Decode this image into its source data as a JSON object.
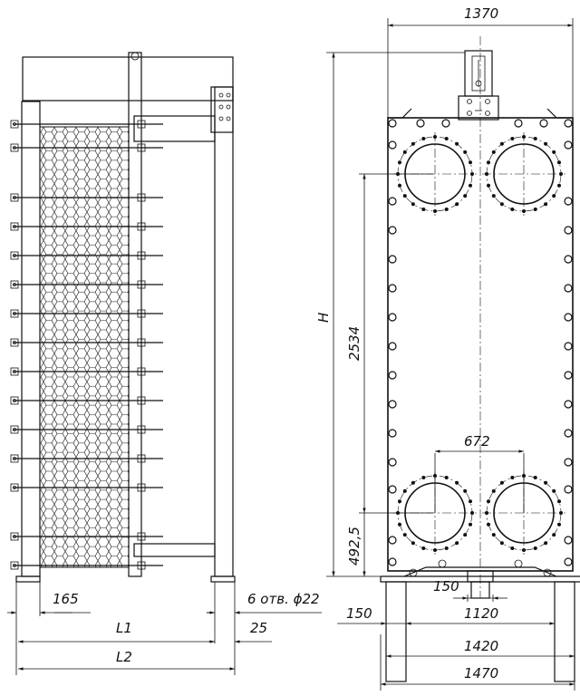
{
  "dimensions": {
    "width_top": "1370",
    "height_H": "H",
    "port_vertical_spacing": "2534",
    "port_horizontal_spacing": "672",
    "bottom_port_height": "492,5",
    "drain_width": "150",
    "bolt_spacing": "1120",
    "base_width_1420": "1420",
    "base_width_1470": "1470",
    "left_offset_150": "150",
    "side_165": "165",
    "length_L1": "L1",
    "length_L2": "L2",
    "foot_25": "25",
    "holes_note": "6 отв. ϕ22"
  },
  "colors": {
    "line": "#111111",
    "background": "#ffffff"
  }
}
